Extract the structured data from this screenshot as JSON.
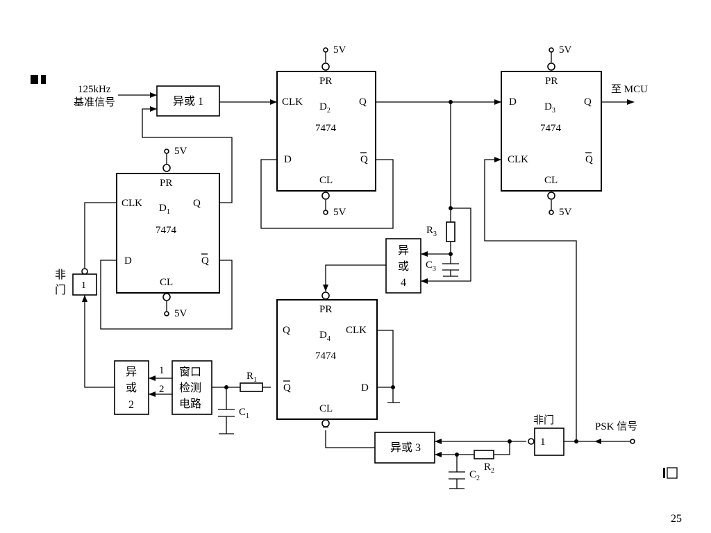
{
  "page_number": "25",
  "supply": "5V",
  "inputs": {
    "ref_signal_line1": "125kHz",
    "ref_signal_line2": "基准信号",
    "psk_signal": "PSK 信号"
  },
  "output": {
    "to_mcu": "至 MCU"
  },
  "flipflops": {
    "d1": {
      "label": "D",
      "sub": "1",
      "chip": "7474",
      "pr": "PR",
      "cl": "CL",
      "clk": "CLK",
      "d": "D",
      "q": "Q",
      "qbar": "Q"
    },
    "d2": {
      "label": "D",
      "sub": "2",
      "chip": "7474",
      "pr": "PR",
      "cl": "CL",
      "clk": "CLK",
      "d": "D",
      "q": "Q",
      "qbar": "Q"
    },
    "d3": {
      "label": "D",
      "sub": "3",
      "chip": "7474",
      "pr": "PR",
      "cl": "CL",
      "clk": "CLK",
      "d": "D",
      "q": "Q",
      "qbar": "Q"
    },
    "d4": {
      "label": "D",
      "sub": "4",
      "chip": "7474",
      "pr": "PR",
      "cl": "CL",
      "clk": "CLK",
      "d": "D",
      "q": "Q",
      "qbar": "Q"
    }
  },
  "gates": {
    "xor1": "异或 1",
    "xor2": [
      "异",
      "或",
      "2"
    ],
    "xor3": "异或 3",
    "xor4": [
      "异",
      "或",
      "4"
    ],
    "not_left_label": [
      "非",
      "门"
    ],
    "not_left_num": "1",
    "not_right_label": "非门",
    "not_right_num": "1",
    "window_detector": [
      "窗口",
      "检测",
      "电路"
    ],
    "window_pin1": "1",
    "window_pin2": "2"
  },
  "components": {
    "r1": {
      "label": "R",
      "sub": "1"
    },
    "r2": {
      "label": "R",
      "sub": "2"
    },
    "r3": {
      "label": "R",
      "sub": "3"
    },
    "c1": {
      "label": "C",
      "sub": "1"
    },
    "c2": {
      "label": "C",
      "sub": "2"
    },
    "c3": {
      "label": "C",
      "sub": "3"
    }
  }
}
